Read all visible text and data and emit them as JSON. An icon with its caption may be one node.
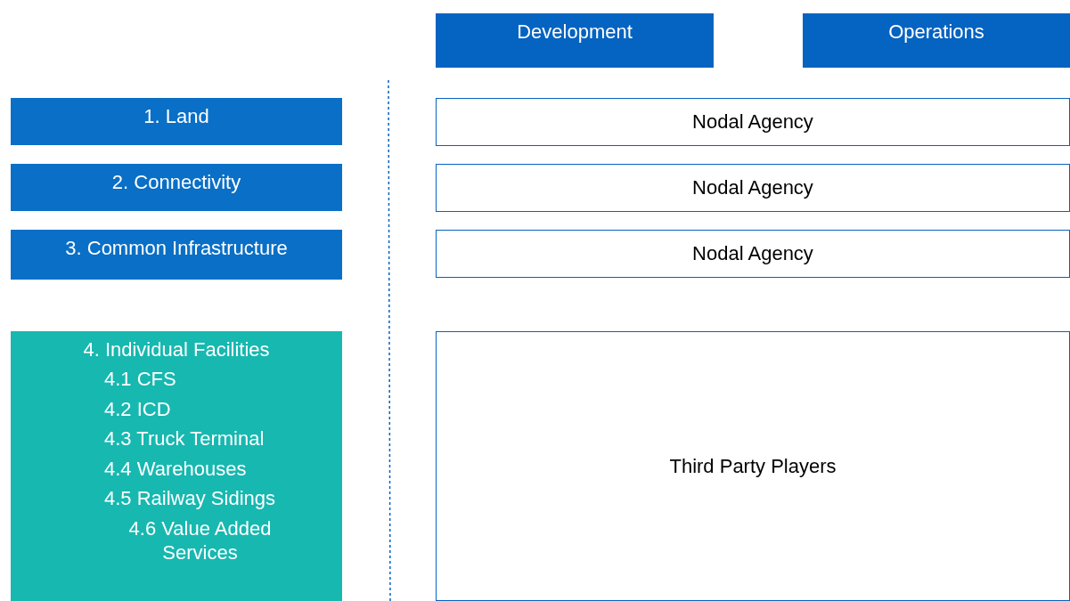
{
  "diagram": {
    "nodes": [
      {
        "text": [
          "Development"
        ]
      },
      {
        "text": [
          "Operations"
        ]
      },
      {
        "text": [
          "1. Land"
        ]
      },
      {
        "text": [
          "Nodal Agency"
        ]
      },
      {
        "text": [
          "2. Connectivity"
        ]
      },
      {
        "text": [
          "Nodal Agency"
        ]
      },
      {
        "text": [
          "3. Common Infrastructure"
        ]
      },
      {
        "text": [
          "Nodal Agency"
        ]
      },
      {
        "text": [
          "4. Individual Facilities",
          "4.1 CFS",
          "4.2 ICD",
          "4.3 Truck Terminal",
          "4.4 Warehouses",
          "4.5 Railway Sidings",
          "4.6 Value Added Services"
        ]
      },
      {
        "text": [
          "Third Party Players"
        ]
      }
    ]
  }
}
